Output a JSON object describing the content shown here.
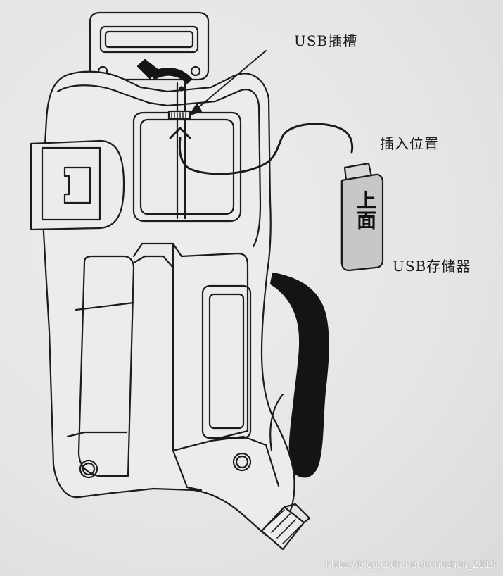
{
  "labels": {
    "usb_slot": "USB插槽",
    "insertion_position": "插入位置",
    "usb_storage": "USB存储器",
    "stick_face": "上面"
  },
  "watermark": "https://blog.csdn.net/nongzhen_2019",
  "colors": {
    "background": "#e7e6e4",
    "line": "#1c1c1c",
    "stick_fill": "#c7c7c7",
    "strap": "#141414"
  }
}
